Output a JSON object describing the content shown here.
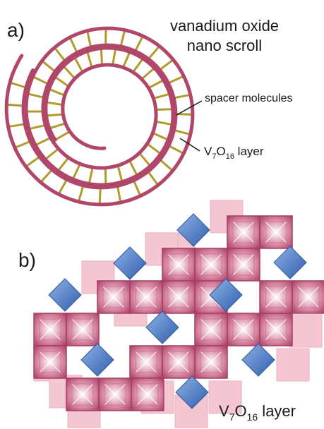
{
  "panel_a": {
    "letter": "a)",
    "title_line1": "vanadium oxide",
    "title_line2": "nano scroll",
    "spacer_label": "spacer molecules",
    "layer_label": {
      "main": "V",
      "sub1": "7",
      "mid": "O",
      "sub2": "16",
      "tail": " layer"
    }
  },
  "panel_b": {
    "letter": "b)",
    "layer_label": {
      "main": "V",
      "sub1": "7",
      "mid": "O",
      "sub2": "16",
      "tail": " layer"
    }
  },
  "colors": {
    "scroll_wall": "#b0466a",
    "spacer": "#b09a2c",
    "octahedron_edge": "#a83d64",
    "octahedron_center": "#ffffff",
    "back_square": "#f4c6d2",
    "tetrahedron": "#4d7dc6",
    "tetrahedron_edge": "#2d5a9a"
  }
}
